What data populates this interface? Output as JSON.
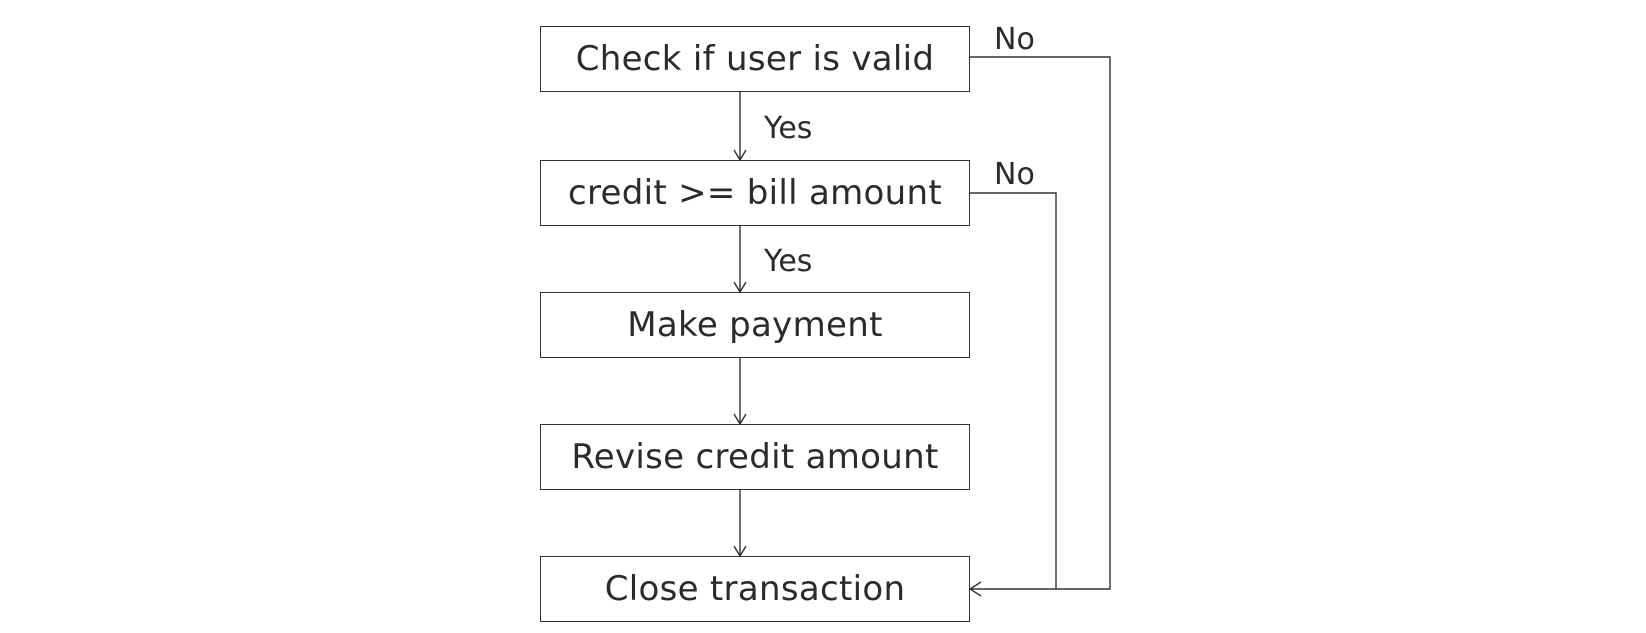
{
  "flowchart": {
    "steps": {
      "check_user": "Check if user is valid",
      "credit_check": "credit >= bill amount",
      "make_payment": "Make payment",
      "revise_credit": "Revise credit amount",
      "close_transaction": "Close transaction"
    },
    "edge_labels": {
      "yes_1": "Yes",
      "yes_2": "Yes",
      "no_1": "No",
      "no_2": "No"
    }
  }
}
